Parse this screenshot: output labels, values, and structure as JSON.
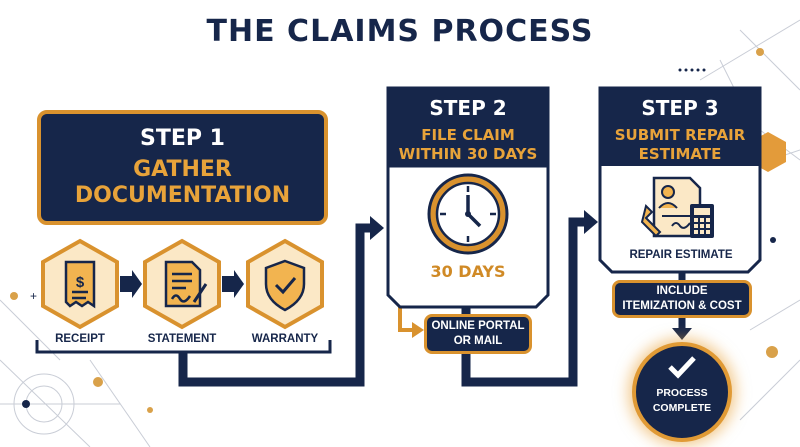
{
  "title": "THE CLAIMS PROCESS",
  "step1": {
    "number": "STEP 1",
    "name": "GATHER DOCUMENTATION",
    "documents": [
      "RECEIPT",
      "STATEMENT",
      "WARRANTY"
    ]
  },
  "step2": {
    "number": "STEP 2",
    "name_line1": "FILE CLAIM",
    "name_line2": "WITHIN 30 DAYS",
    "deadline": "30 DAYS",
    "method_line1": "ONLINE PORTAL",
    "method_line2": "OR MAIL"
  },
  "step3": {
    "number": "STEP 3",
    "name_line1": "SUBMIT REPAIR",
    "name_line2": "ESTIMATE",
    "document": "REPAIR ESTIMATE",
    "note_line1": "INCLUDE",
    "note_line2": "ITEMIZATION & COST"
  },
  "complete": {
    "line1": "PROCESS",
    "line2": "COMPLETE"
  },
  "icons": [
    "receipt-icon",
    "statement-icon",
    "shield-check-icon",
    "clock-icon",
    "repair-estimate-icon",
    "checkmark-icon"
  ],
  "colors": {
    "navy": "#16264a",
    "gold": "#d9922e",
    "gold_text": "#e8a33a"
  }
}
